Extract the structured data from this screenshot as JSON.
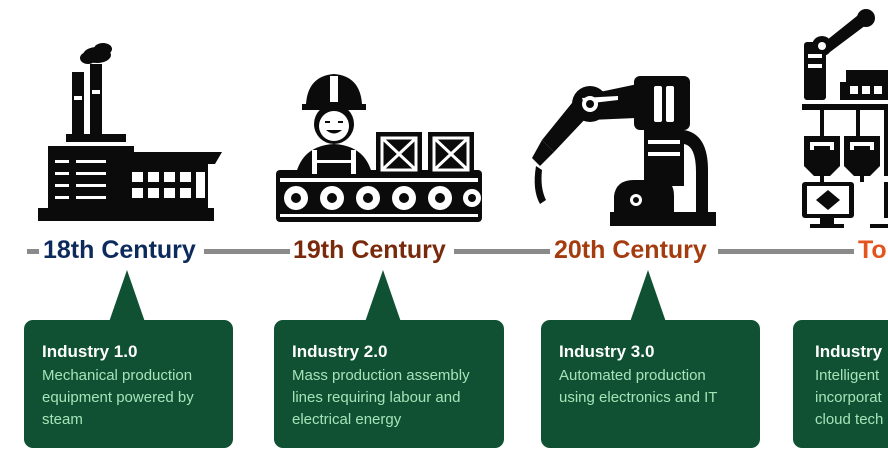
{
  "colors": {
    "line": "#8a8a8a",
    "card_bg": "#0f5132",
    "card_title": "#ffffff",
    "card_desc": "#a6e3b8",
    "icon": "#0b0b0b"
  },
  "stages": [
    {
      "era": "18th Century",
      "era_color": "#0d2a5c",
      "icon": "factory-icon",
      "title": "Industry 1.0",
      "desc": "Mechanical production equipment powered by steam"
    },
    {
      "era": "19th Century",
      "era_color": "#7a2a0c",
      "icon": "assembly-line-worker-icon",
      "title": "Industry 2.0",
      "desc": "Mass production assembly lines requiring labour and electrical energy"
    },
    {
      "era": "20th Century",
      "era_color": "#a53c10",
      "icon": "robot-arm-icon",
      "title": "Industry 3.0",
      "desc": "Automated production using electronics and IT"
    },
    {
      "era": "To",
      "era_color": "#e2551e",
      "icon": "smart-factory-icon",
      "title": "Industry",
      "desc": "Intelligent incorporat cloud tech"
    }
  ]
}
